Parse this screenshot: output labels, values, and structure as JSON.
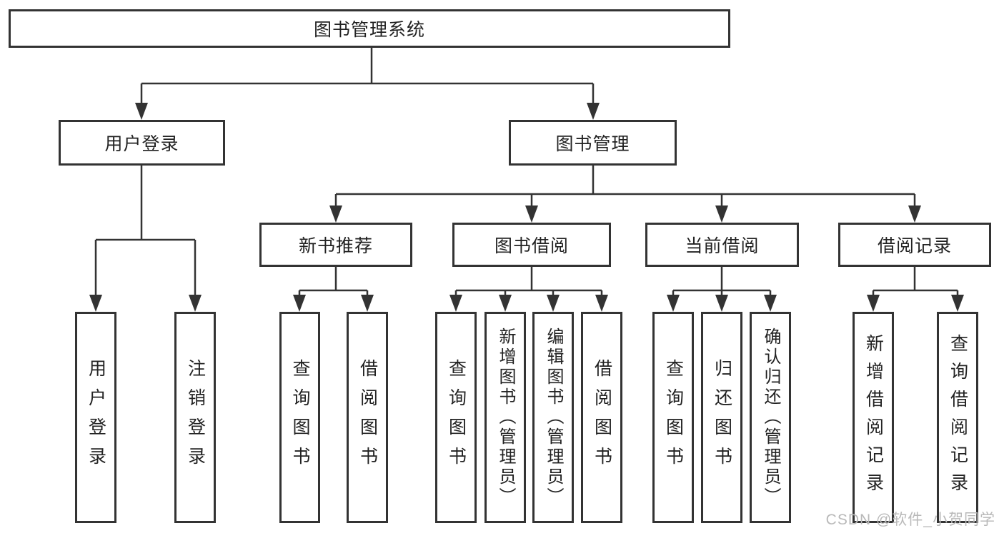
{
  "diagram": {
    "type": "tree-structure-chart",
    "colors": {
      "line": "#333333",
      "box_border": "#333333",
      "box_fill": "#ffffff",
      "text": "#222222",
      "background": "#ffffff",
      "watermark": "#b9b9b9"
    },
    "tree": {
      "root": "图书管理系统",
      "children": [
        {
          "label": "用户登录",
          "children": [
            "用户登录",
            "注销登录"
          ]
        },
        {
          "label": "图书管理",
          "children": [
            {
              "label": "新书推荐",
              "children": [
                "查询图书",
                "借阅图书"
              ]
            },
            {
              "label": "图书借阅",
              "children": [
                "查询图书",
                "新增图书（管理员）",
                "编辑图书（管理员）",
                "借阅图书"
              ]
            },
            {
              "label": "当前借阅",
              "children": [
                "查询图书",
                "归还图书",
                "确认归还（管理员）"
              ]
            },
            {
              "label": "借阅记录",
              "children": [
                "新增借阅记录",
                "查询借阅记录"
              ]
            }
          ]
        }
      ]
    },
    "watermark": "CSDN @软件_小贺同学"
  }
}
